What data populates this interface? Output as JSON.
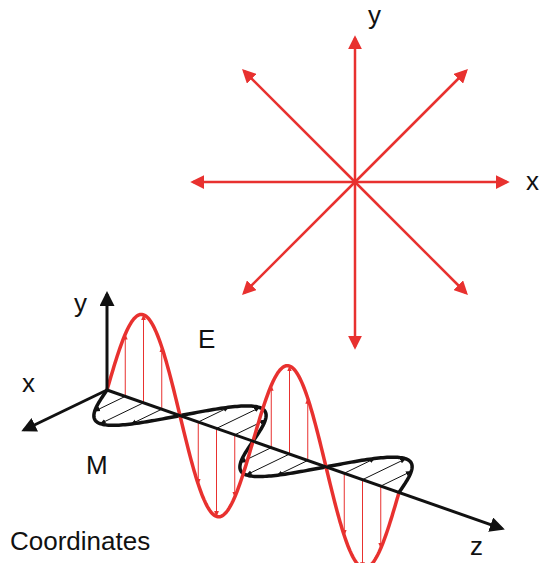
{
  "diagram": {
    "labels": [
      "y",
      "x",
      "y",
      "E",
      "x",
      "M",
      "z",
      "Coordinates"
    ]
  }
}
